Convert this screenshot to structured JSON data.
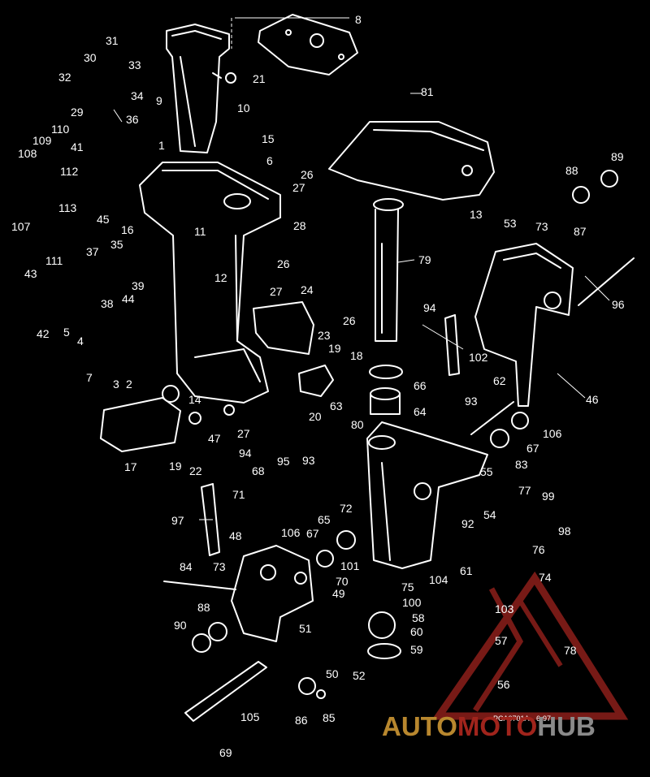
{
  "callouts": [
    "1",
    "2",
    "3",
    "4",
    "5",
    "6",
    "7",
    "8",
    "9",
    "10",
    "11",
    "12",
    "13",
    "14",
    "15",
    "16",
    "17",
    "18",
    "19",
    "19",
    "20",
    "21",
    "22",
    "23",
    "24",
    "26",
    "26",
    "26",
    "27",
    "27",
    "27",
    "28",
    "29",
    "30",
    "31",
    "32",
    "33",
    "34",
    "35",
    "36",
    "37",
    "38",
    "39",
    "41",
    "42",
    "43",
    "44",
    "45",
    "46",
    "47",
    "48",
    "49",
    "50",
    "51",
    "52",
    "53",
    "54",
    "55",
    "56",
    "57",
    "58",
    "59",
    "60",
    "61",
    "62",
    "63",
    "64",
    "65",
    "66",
    "67",
    "67",
    "68",
    "69",
    "70",
    "71",
    "72",
    "73",
    "73",
    "74",
    "75",
    "76",
    "77",
    "78",
    "79",
    "80",
    "81",
    "83",
    "84",
    "85",
    "86",
    "87",
    "88",
    "88",
    "89",
    "90",
    "92",
    "93",
    "93",
    "94",
    "94",
    "95",
    "96",
    "97",
    "98",
    "99",
    "100",
    "101",
    "102",
    "103",
    "104",
    "105",
    "106",
    "106",
    "107",
    "108",
    "109",
    "110",
    "111",
    "112",
    "113"
  ],
  "drawing_code": {
    "id": "PCA0701A",
    "date": "6-97"
  },
  "watermark": {
    "part1": "AUTO",
    "part2": "MOTO",
    "part3": "HUB"
  },
  "colors": {
    "background": "#000000",
    "lines": "#ffffff",
    "wm_auto": "#b8872e",
    "wm_moto": "#a0241c",
    "wm_hub": "#8a8a8a",
    "wm_triangle": "#8c1f1a"
  }
}
